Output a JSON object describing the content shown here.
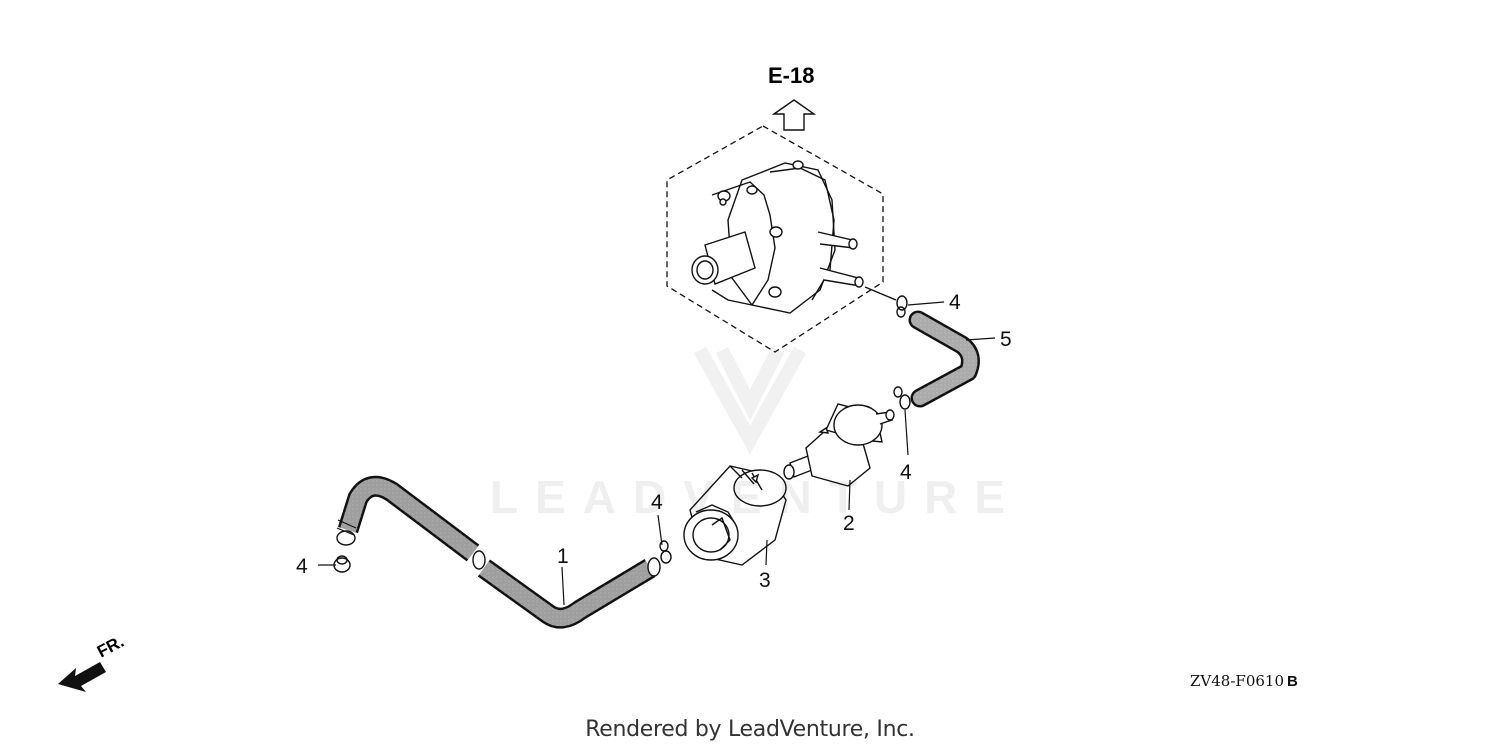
{
  "reference": {
    "title": "E-18"
  },
  "callouts": [
    {
      "id": "c1",
      "text": "1"
    },
    {
      "id": "c2",
      "text": "2"
    },
    {
      "id": "c3",
      "text": "3"
    },
    {
      "id": "c4a",
      "text": "4"
    },
    {
      "id": "c4b",
      "text": "4"
    },
    {
      "id": "c4c",
      "text": "4"
    },
    {
      "id": "c4d",
      "text": "4"
    },
    {
      "id": "c5",
      "text": "5"
    }
  ],
  "direction": {
    "text": "FR."
  },
  "drawing": {
    "code": "ZV48-F0610",
    "suffix": "B"
  },
  "footer": {
    "text": "Rendered by LeadVenture, Inc."
  },
  "watermark": {
    "text": "LEADVENTURE"
  },
  "colors": {
    "line": "#111111",
    "background": "#ffffff",
    "watermark": "#000000"
  }
}
